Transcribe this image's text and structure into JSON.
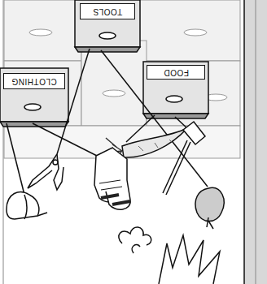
{
  "diagram": {
    "nodes": [
      {
        "text": [
          "TOOLS"
        ]
      },
      {
        "text": [
          "CLOTHING"
        ]
      },
      {
        "text": [
          "FOOD"
        ]
      }
    ]
  }
}
